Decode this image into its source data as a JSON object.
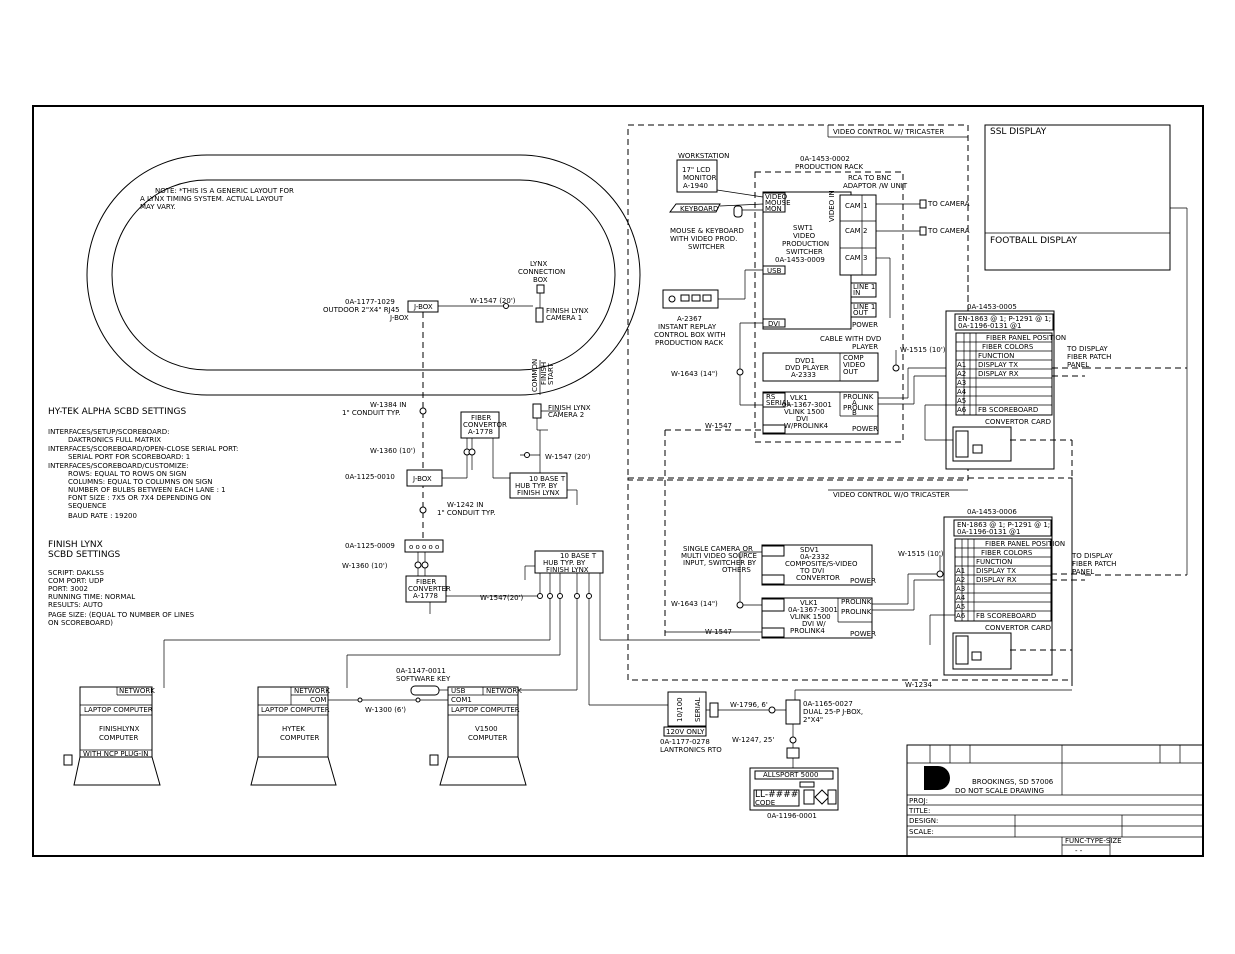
{
  "track": {
    "note": [
      "NOTE: *THIS IS A GENERIC LAYOUT FOR",
      "A LYNX TIMING SYSTEM.  ACTUAL LAYOUT",
      "MAY VARY."
    ],
    "lynx_box": [
      "LYNX",
      "CONNECTION",
      "BOX"
    ],
    "jbox_label": [
      "0A-1177-1029",
      "OUTDOOR 2\"X4\" RJ45",
      "J-BOX"
    ],
    "jbox": "J-BOX",
    "w1547": "W-1547 (20')",
    "camera1": [
      "FINISH LYNX",
      "CAMERA 1"
    ],
    "finish": [
      "FINISH",
      "START"
    ],
    "common": "COMMON"
  },
  "hytek": {
    "title": "HY-TEK ALPHA SCBD SETTINGS",
    "lines": [
      "INTERFACES/SETUP/SCOREBOARD:",
      "     DAKTRONICS FULL MATRIX",
      "INTERFACES/SCOREBOARD/OPEN-CLOSE SERIAL PORT:",
      "     SERIAL PORT FOR SCOREBOARD: 1",
      "INTERFACES/SCOREBOARD/CUSTOMIZE:",
      "     ROWS: EQUAL TO ROWS ON SIGN",
      "     COLUMNS: EQUAL TO COLUMNS ON SIGN",
      "     NUMBER OF BULBS BETWEEN EACH LANE : 1",
      "     FONT SIZE :  7X5 OR 7X4 DEPENDING ON",
      "     SEQUENCE",
      "     BAUD RATE : 19200"
    ]
  },
  "finishlynx": {
    "title": [
      "FINISH LYNX",
      "SCBD SETTINGS"
    ],
    "lines": [
      "SCRIPT: DAKLSS",
      "COM PORT: UDP",
      "PORT: 3002",
      "RUNNING TIME: NORMAL",
      "RESULTS: AUTO",
      "PAGE SIZE: (EQUAL TO NUMBER OF LINES",
      "ON SCOREBOARD)"
    ]
  },
  "middle": {
    "w1384": [
      "W-1384 IN",
      "1\" CONDUIT TYP."
    ],
    "fiber1": [
      "FIBER",
      "CONVERTOR",
      "A-1778"
    ],
    "camera2": [
      "FINISH LYNX",
      "CAMERA 2"
    ],
    "w1360a": "W-1360 (10')",
    "w1547b": "W-1547 (20')",
    "jbox2_label": "0A-1125-0010",
    "jbox2": "J-BOX",
    "hub1": [
      "10 BASE T",
      "HUB TYP. BY",
      "FINISH LYNX"
    ],
    "w1242": [
      "W-1242 IN",
      "1\" CONDUIT TYP."
    ],
    "box9_label": "0A-1125-0009",
    "w1360b": "W-1360 (10')",
    "fiber2": [
      "FIBER",
      "CONVERTER",
      "A-1778"
    ],
    "hub2": [
      "10 BASE T",
      "HUB TYP. BY",
      "FINISH LYNX"
    ],
    "w1547c": "W-1547(20')"
  },
  "computers": [
    {
      "tag": "NETWORK",
      "header": "LAPTOP COMPUTER",
      "name": [
        "FINISHLYNX",
        "COMPUTER"
      ],
      "footer": "WITH NCP PLUG-IN"
    },
    {
      "tag": "NETWORK",
      "tag2": "COM",
      "header": "LAPTOP COMPUTER",
      "name": [
        "HYTEK",
        "COMPUTER"
      ]
    },
    {
      "tag": "USB",
      "tag2": "COM1",
      "tag3": "NETWORK",
      "header": "LAPTOP COMPUTER",
      "name": [
        "V1500",
        "COMPUTER"
      ]
    }
  ],
  "software_key": [
    "0A-1147-0011",
    "SOFTWARE KEY"
  ],
  "w1300": "W-1300 (6')",
  "upper_video": {
    "title": "VIDEO CONTROL W/ TRICASTER",
    "workstation": "WORKSTATION",
    "monitor": [
      "17\" LCD",
      "MONITOR",
      "A-1940"
    ],
    "keyboard": "KEYBOARD",
    "mouse_label": [
      "MOUSE & KEYBOARD",
      "WITH VIDEO PROD.",
      "SWITCHER"
    ],
    "rack": [
      "0A-1453-0002",
      "PRODUCTION RACK"
    ],
    "rca": [
      "RCA TO BNC",
      "ADAPTOR /W UNIT"
    ],
    "ports": [
      "VIDEO",
      "MOUSE",
      "MON"
    ],
    "switcher": [
      "SWT1",
      "VIDEO",
      "PRODUCTION",
      "SWITCHER",
      "0A-1453-0009"
    ],
    "usb": "USB",
    "dvi": "DVI",
    "video_in": "VIDEO IN",
    "cams": [
      "CAM 1",
      "CAM 2",
      "CAM 3"
    ],
    "to_camera": "TO CAMERA",
    "line1_in": [
      "LINE 1",
      "IN"
    ],
    "line1_out": [
      "LINE 1",
      "OUT"
    ],
    "power": "POWER",
    "replay": [
      "A-2367",
      "INSTANT REPLAY",
      "CONTROL BOX WITH",
      "PRODUCTION RACK"
    ],
    "cable_dvd": [
      "CABLE WITH DVD",
      "PLAYER"
    ],
    "dvd": [
      "DVD1",
      "DVD PLAYER",
      "A-2333"
    ],
    "comp": [
      "COMP",
      "VIDEO",
      "OUT"
    ],
    "w1643": "W-1643 (14\")",
    "w1547": "W-1547",
    "vlk": [
      "VLK1",
      "0A-1367-3001",
      "VLINK 1500",
      "DVI",
      "W/PROLINK4"
    ],
    "serial": [
      "RS",
      "SERIAL"
    ],
    "prolink": [
      "PROLINK",
      "A",
      "PROLINK",
      "B"
    ],
    "w1515": "W-1515 (10')",
    "cabinet": "0A-1453-0005",
    "cabinet_sub": [
      "EN-1863 @ 1; P-1291 @ 1;",
      "0A-1196-0131 @1"
    ],
    "fiber_rows": [
      "FIBER PANEL POSITION",
      "FIBER COLORS",
      "FUNCTION",
      "DISPLAY TX",
      "DISPLAY RX",
      "",
      "",
      "FB SCOREBOARD"
    ],
    "rows_code": [
      "A1",
      "A2",
      "A3",
      "A4",
      "A5",
      "A6"
    ],
    "convertor": "CONVERTOR CARD",
    "to_display": [
      "TO DISPLAY",
      "FIBER PATCH",
      "PANEL"
    ]
  },
  "lower_video": {
    "title": "VIDEO CONTROL W/O TRICASTER",
    "source": [
      "SINGLE CAMERA OR",
      "MULTI VIDEO SOURCE",
      "INPUT, SWITCHER BY",
      "OTHERS"
    ],
    "sdv": [
      "SDV1",
      "0A-2332",
      "COMPOSITE/S-VIDEO",
      "TO DVI",
      "CONVERTOR"
    ],
    "vlk": [
      "VLK1",
      "0A-1367-3001",
      "VLINK 1500",
      "DVI W/",
      "PROLINK4"
    ],
    "w1643": "W-1643 (14\")",
    "w1547": "W-1547",
    "w1515": "W-1515 (10')",
    "cabinet": "0A-1453-0006",
    "cabinet_sub": [
      "EN-1863 @ 1; P-1291 @ 1;",
      "0A-1196-0131 @1"
    ],
    "convertor": "CONVERTOR CARD",
    "to_display": [
      "TO DISPLAY",
      "FIBER PATCH",
      "PANEL"
    ],
    "w1234": "W-1234"
  },
  "displays": {
    "ssl": "SSL DISPLAY",
    "football": "FOOTBALL DISPLAY"
  },
  "allsport": {
    "serial_box": [
      "10/100",
      "SERIAL"
    ],
    "power": "120V ONLY",
    "lantronics": [
      "0A-1177-0278",
      "LANTRONICS RTO"
    ],
    "w1796": "W-1796, 6'",
    "jbox": [
      "0A-1165-0027",
      "DUAL 25-P J-BOX,",
      "2\"X4\""
    ],
    "w1247": "W-1247, 25'",
    "console": "ALLSPORT 5000",
    "ll": "LL-####",
    "code": "CODE",
    "part": "0A-1196-0001"
  },
  "title_block": {
    "city": "BROOKINGS, SD 57006",
    "scale_note": "DO NOT SCALE DRAWING",
    "fields": [
      "PROJ:",
      "TITLE:",
      "DESIGN:",
      "SCALE:"
    ],
    "func": "FUNC-TYPE-SIZE"
  }
}
